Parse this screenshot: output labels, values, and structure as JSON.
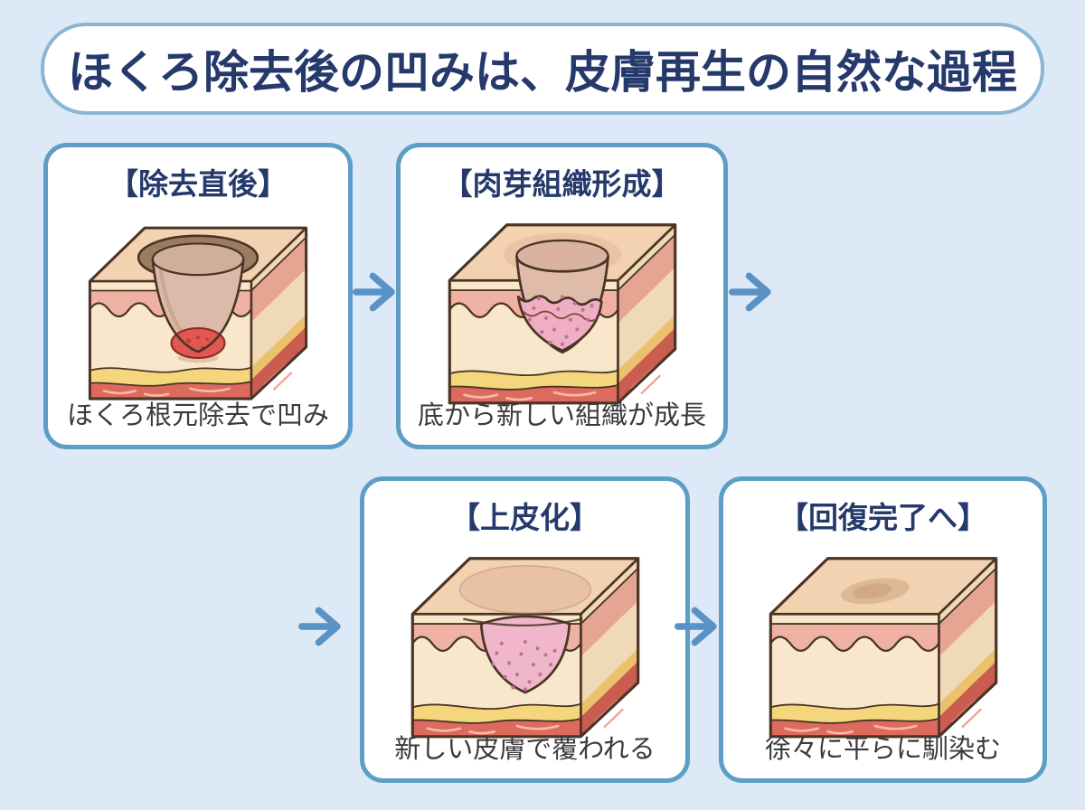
{
  "title": {
    "text": "ほくろ除去後の凹みは、皮膚再生の自然な過程"
  },
  "stages": [
    {
      "heading": "【除去直後】",
      "caption": "ほくろ根元除去で凹み",
      "illustration": "skin-block-deep-crater-with-wound"
    },
    {
      "heading": "【肉芽組織形成】",
      "caption": "底から新しい組織が成長",
      "illustration": "skin-block-granulation-tissue"
    },
    {
      "heading": "【上皮化】",
      "caption": "新しい皮膚で覆われる",
      "illustration": "skin-block-new-epithelium-cover"
    },
    {
      "heading": "【回復完了へ】",
      "caption": "徐々に平らに馴染む",
      "illustration": "skin-block-flat-healed"
    }
  ],
  "colors": {
    "page_bg": "#dde9f6",
    "accent_border": "#5d9ec6",
    "title_border": "#8ab6d4",
    "heading": "#25396b",
    "caption": "#3a3a3a",
    "arrow": "#5992c4"
  }
}
